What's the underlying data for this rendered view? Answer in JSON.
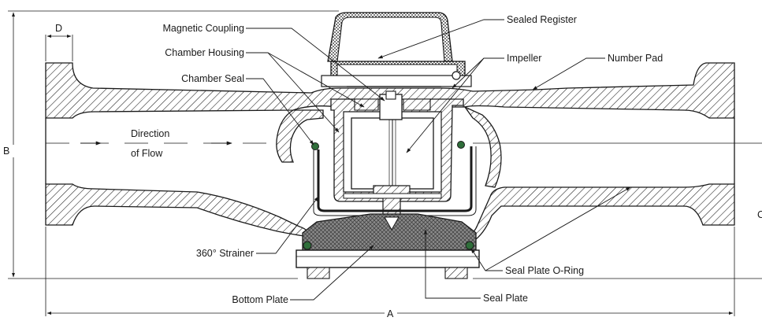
{
  "labels": {
    "magnetic_coupling": "Magnetic Coupling",
    "chamber_housing": "Chamber Housing",
    "chamber_seal": "Chamber Seal",
    "sealed_register": "Sealed Register",
    "impeller": "Impeller",
    "number_pad": "Number Pad",
    "direction_line1": "Direction",
    "direction_line2": "of Flow",
    "strainer": "360° Strainer",
    "seal_plate_oring": "Seal Plate O-Ring",
    "bottom_plate": "Bottom Plate",
    "seal_plate": "Seal Plate"
  },
  "dimensions": {
    "a": "A",
    "b": "B",
    "c": "C",
    "d": "D"
  },
  "colors": {
    "ink": "#1a1a1a",
    "hatch": "#1a1a1a",
    "seal_ring": "#2f6e3a",
    "background": "#ffffff"
  }
}
